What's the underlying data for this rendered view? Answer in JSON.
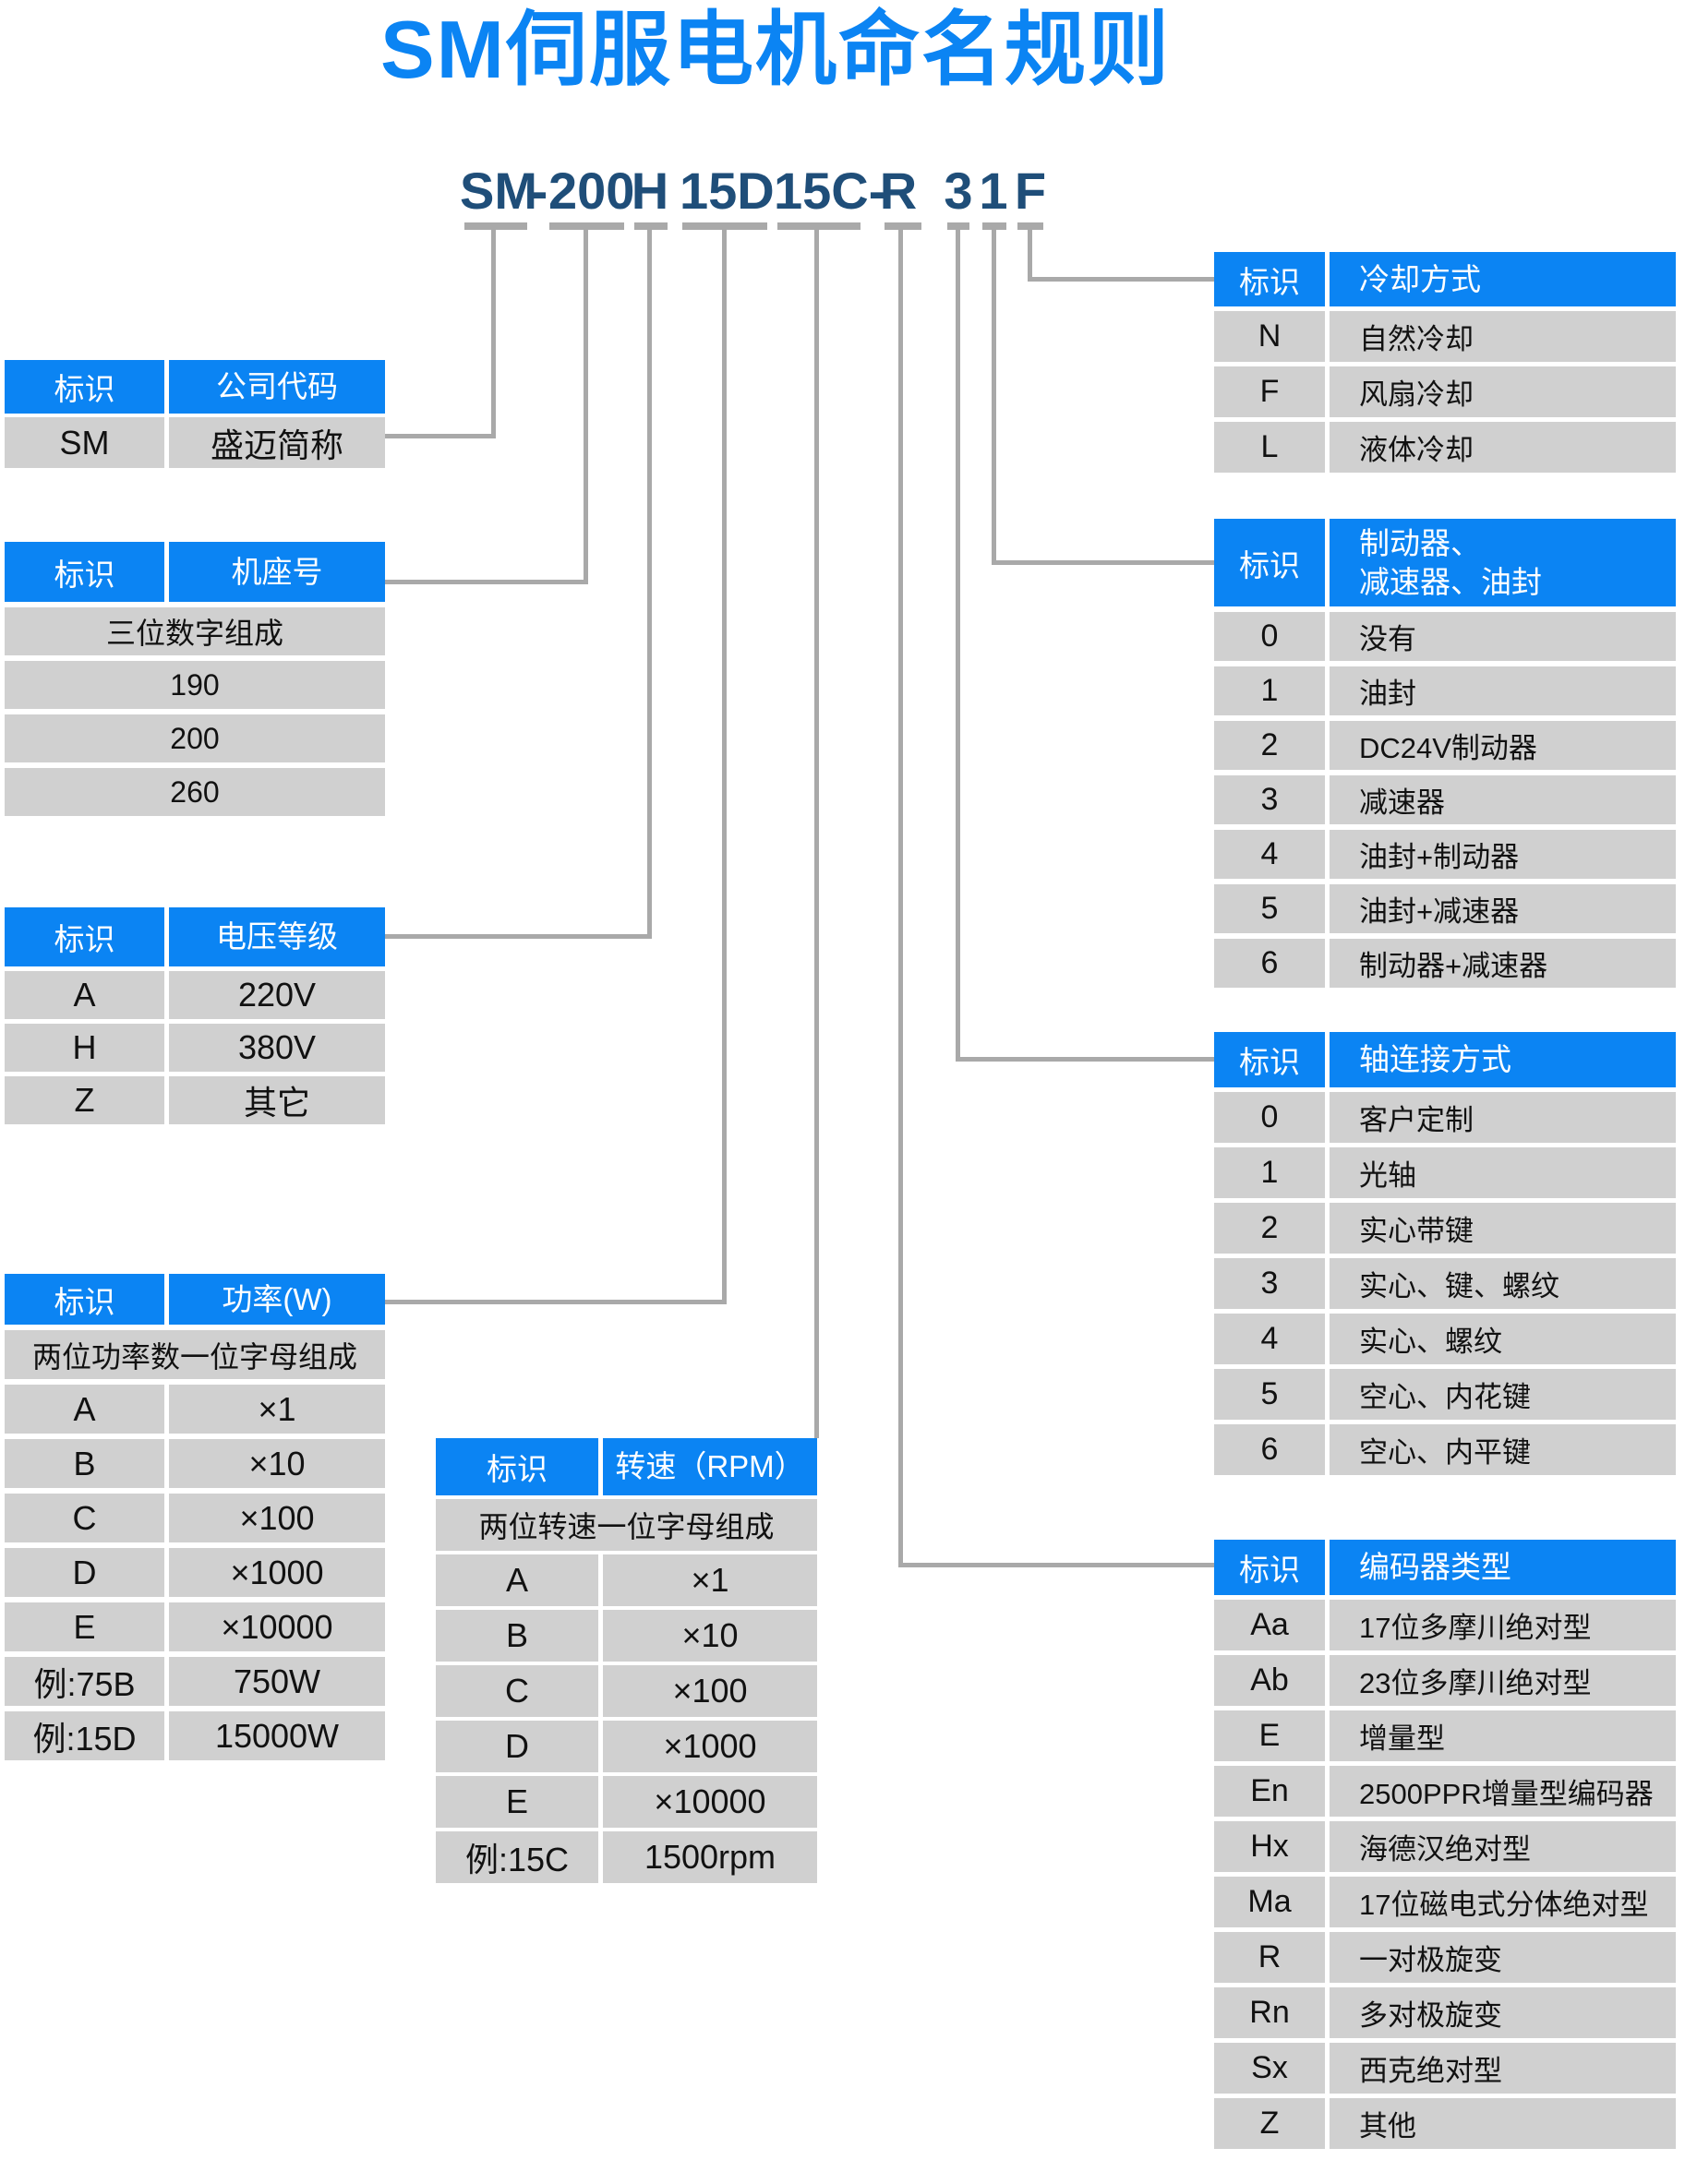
{
  "title": "SM伺服电机命名规则",
  "model": {
    "parts": [
      "SM",
      "-",
      "200",
      "H",
      "15D",
      "15C-",
      "R",
      "3",
      "1",
      "F"
    ]
  },
  "tables": {
    "company": {
      "header": [
        "标识",
        "公司代码"
      ],
      "rows": [
        [
          "SM",
          "盛迈简称"
        ]
      ]
    },
    "frame": {
      "header": [
        "标识",
        "机座号"
      ],
      "rows": [
        [
          "三位数字组成"
        ],
        [
          "190"
        ],
        [
          "200"
        ],
        [
          "260"
        ]
      ]
    },
    "voltage": {
      "header": [
        "标识",
        "电压等级"
      ],
      "rows": [
        [
          "A",
          "220V"
        ],
        [
          "H",
          "380V"
        ],
        [
          "Z",
          "其它"
        ]
      ]
    },
    "power": {
      "header": [
        "标识",
        "功率(W)"
      ],
      "rows": [
        [
          "两位功率数一位字母组成"
        ],
        [
          "A",
          "×1"
        ],
        [
          "B",
          "×10"
        ],
        [
          "C",
          "×100"
        ],
        [
          "D",
          "×1000"
        ],
        [
          "E",
          "×10000"
        ],
        [
          "例:75B",
          "750W"
        ],
        [
          "例:15D",
          "15000W"
        ]
      ]
    },
    "speed": {
      "header": [
        "标识",
        "转速（RPM）"
      ],
      "rows": [
        [
          "两位转速一位字母组成"
        ],
        [
          "A",
          "×1"
        ],
        [
          "B",
          "×10"
        ],
        [
          "C",
          "×100"
        ],
        [
          "D",
          "×1000"
        ],
        [
          "E",
          "×10000"
        ],
        [
          "例:15C",
          "1500rpm"
        ]
      ]
    },
    "cooling": {
      "header": [
        "标识",
        "冷却方式"
      ],
      "rows": [
        [
          "N",
          "自然冷却"
        ],
        [
          "F",
          "风扇冷却"
        ],
        [
          "L",
          "液体冷却"
        ]
      ]
    },
    "brake": {
      "header": [
        "标识",
        "制动器、\n减速器、油封"
      ],
      "rows": [
        [
          "0",
          "没有"
        ],
        [
          "1",
          "油封"
        ],
        [
          "2",
          "DC24V制动器"
        ],
        [
          "3",
          "减速器"
        ],
        [
          "4",
          "油封+制动器"
        ],
        [
          "5",
          "油封+减速器"
        ],
        [
          "6",
          "制动器+减速器"
        ]
      ]
    },
    "shaft": {
      "header": [
        "标识",
        "轴连接方式"
      ],
      "rows": [
        [
          "0",
          "客户定制"
        ],
        [
          "1",
          "光轴"
        ],
        [
          "2",
          "实心带键"
        ],
        [
          "3",
          "实心、键、螺纹"
        ],
        [
          "4",
          "实心、螺纹"
        ],
        [
          "5",
          "空心、内花键"
        ],
        [
          "6",
          "空心、内平键"
        ]
      ]
    },
    "encoder": {
      "header": [
        "标识",
        "编码器类型"
      ],
      "rows": [
        [
          "Aa",
          "17位多摩川绝对型"
        ],
        [
          "Ab",
          "23位多摩川绝对型"
        ],
        [
          "E",
          "增量型"
        ],
        [
          "En",
          "2500PPR增量型编码器"
        ],
        [
          "Hx",
          "海德汉绝对型"
        ],
        [
          "Ma",
          "17位磁电式分体绝对型"
        ],
        [
          "R",
          "一对极旋变"
        ],
        [
          "Rn",
          "多对极旋变"
        ],
        [
          "Sx",
          "西克绝对型"
        ],
        [
          "Z",
          "其他"
        ]
      ]
    }
  },
  "colors": {
    "accent": "#0b84f3",
    "model": "#1f4e79",
    "row": "#d0d0d0",
    "line": "#a9a9a9"
  }
}
